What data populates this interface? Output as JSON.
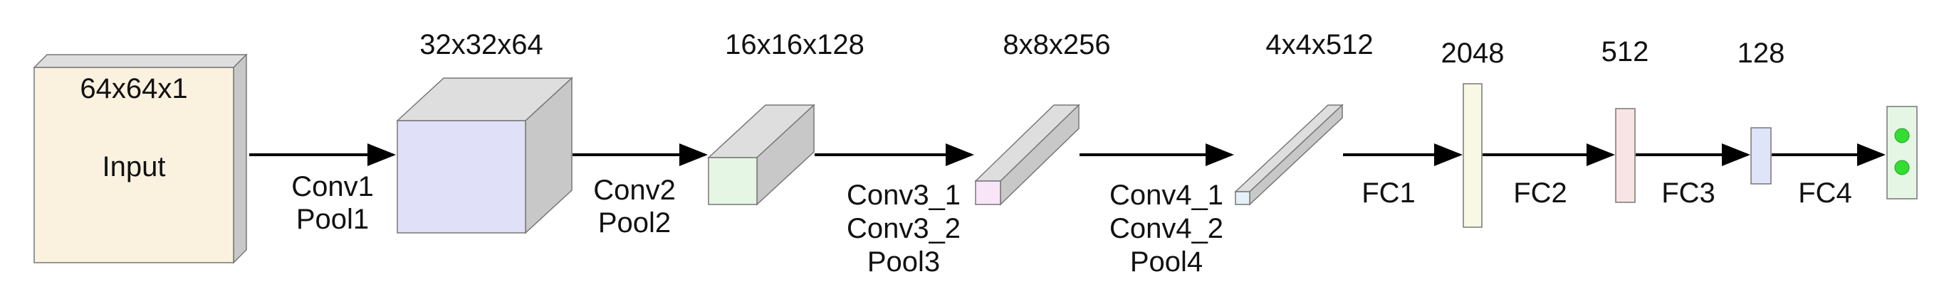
{
  "input": {
    "size": "64x64x1",
    "label": "Input"
  },
  "volumes": [
    {
      "size": "32x32x64"
    },
    {
      "size": "16x16x128"
    },
    {
      "size": "8x8x256"
    },
    {
      "size": "4x4x512"
    }
  ],
  "fc_sizes": [
    "2048",
    "512",
    "128"
  ],
  "ops": [
    [
      "Conv1",
      "Pool1"
    ],
    [
      "Conv2",
      "Pool2"
    ],
    [
      "Conv3_1",
      "Conv3_2",
      "Pool3"
    ],
    [
      "Conv4_1",
      "Conv4_2",
      "Pool4"
    ],
    [
      "FC1"
    ],
    [
      "FC2"
    ],
    [
      "FC3"
    ],
    [
      "FC4"
    ]
  ],
  "colors": {
    "input_face": "#fbf1df",
    "vol1_face": "#e0e0f8",
    "vol2_face": "#e6f6e4",
    "vol3_face": "#f8e6f8",
    "vol4_face": "#e6f0f8",
    "fc1_face": "#f8f8e4",
    "fc2_face": "#f9e4e4",
    "fc3_face": "#e0e4f8",
    "output_face": "#e6f6e4",
    "output_dot": "#33dd33",
    "side": "#c8c8c8",
    "top": "#dedede"
  }
}
